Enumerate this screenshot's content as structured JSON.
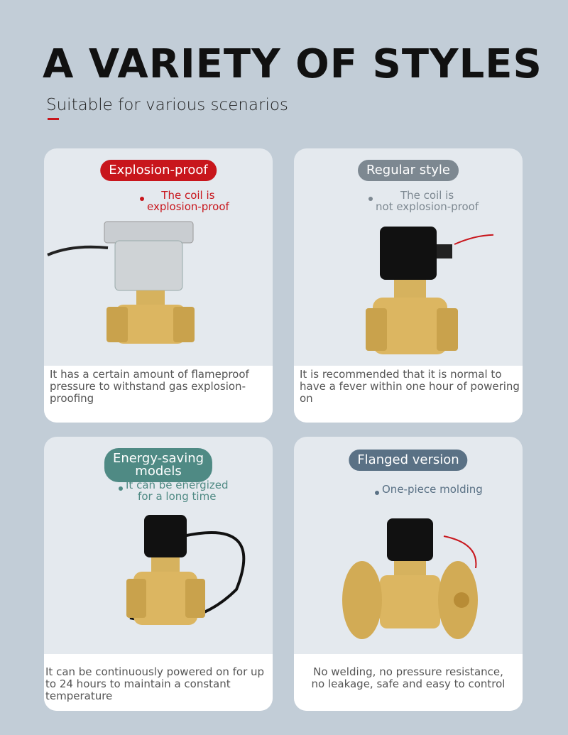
{
  "heading": "A VARIETY OF STYLES",
  "subheading": "Suitable for various scenarios",
  "colors": {
    "background": "#c2cdd7",
    "card": "#e4e9ee",
    "red": "#c8161c",
    "gray": "#7d8891",
    "teal": "#4f8a84",
    "slate": "#5a7185",
    "brass": "#d9b25c"
  },
  "cards": [
    {
      "badge": "Explosion-proof",
      "note": "The coil is\nexplosion-proof",
      "description": "It has a certain amount of flameproof pressure to withstand gas explosion-proofing"
    },
    {
      "badge": "Regular style",
      "note": "The coil is\nnot explosion-proof",
      "description": "It is recommended that it is normal to have a fever within one hour of powering on"
    },
    {
      "badge": "Energy-saving\nmodels",
      "note": "It can be energized\nfor a long time",
      "description": "It can be continuously powered on for up to 24 hours to maintain a constant temperature"
    },
    {
      "badge": "Flanged version",
      "note": "One-piece molding",
      "description": "No welding, no pressure resistance, no leakage, safe and easy to control"
    }
  ]
}
